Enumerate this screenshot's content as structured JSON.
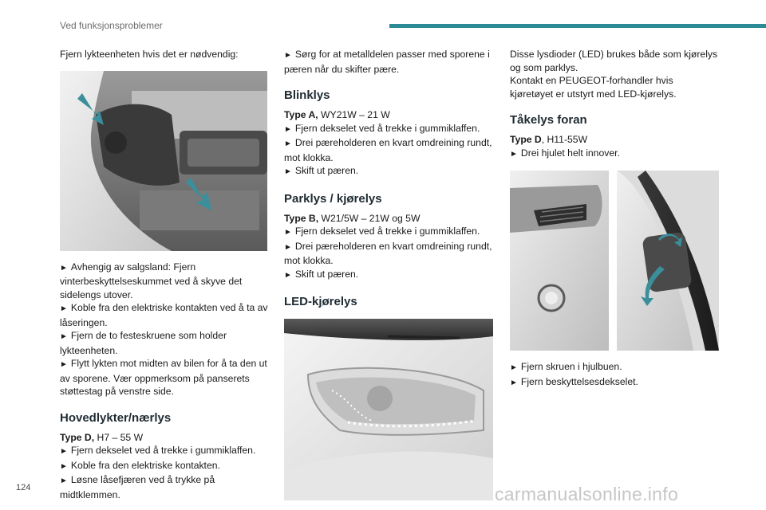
{
  "header": {
    "title": "Ved funksjonsproblemer"
  },
  "colors": {
    "accent": "#2a8a96",
    "arrow": "#3a8f9a"
  },
  "col1": {
    "intro": "Fjern lykteenheten hvis det er nødvendig:",
    "figure": {
      "icon": "engine-bay-headlamp-photo"
    },
    "steps": [
      "Avhengig av salgsland: Fjern vinterbeskyttelseskummet ved å skyve det sidelengs utover.",
      "Koble fra den elektriske kontakten ved å ta av låseringen.",
      "Fjern de to festeskruene som holder lykteenheten.",
      "Flytt lykten mot midten av bilen for å ta den ut av sporene. Vær oppmerksom på panserets støttestag på venstre side."
    ],
    "section": {
      "heading": "Hovedlykter/nærlys",
      "type_label": "Type D,",
      "type_value": " H7 – 55 W",
      "steps": [
        "Fjern dekselet ved å trekke i gummiklaffen.",
        "Koble fra den elektriske kontakten.",
        "Løsne låsefjæren ved å trykke på midtklemmen."
      ]
    }
  },
  "col2": {
    "top_step": "Sørg for at metalldelen passer med sporene i pæren når du skifter pære.",
    "blinklys": {
      "heading": "Blinklys",
      "type_label": "Type A,",
      "type_value": " WY21W – 21 W",
      "steps": [
        "Fjern dekselet ved å trekke i gummiklaffen.",
        "Drei pæreholderen en kvart omdreining rundt, mot klokka.",
        "Skift ut pæren."
      ]
    },
    "parklys": {
      "heading": "Parklys / kjørelys",
      "type_label": "Type B,",
      "type_value": " W21/5W – 21W og 5W",
      "steps": [
        "Fjern dekselet ved å trekke i gummiklaffen.",
        "Drei pæreholderen en kvart omdreining rundt, mot klokka.",
        "Skift ut pæren."
      ]
    },
    "led": {
      "heading": "LED-kjørelys",
      "figure": {
        "icon": "led-daytime-light-photo"
      }
    }
  },
  "col3": {
    "led_p1": "Disse lysdioder (LED) brukes både som kjørelys og som parklys.",
    "led_p2": "Kontakt en PEUGEOT-forhandler hvis kjøretøyet er utstyrt med LED-kjørelys.",
    "fog": {
      "heading": "Tåkelys foran",
      "type_label": "Type D",
      "type_value": ", H11-55W",
      "step1": "Drei hjulet helt innover.",
      "figure": {
        "icon": "front-fog-light-photo"
      },
      "steps": [
        "Fjern skruen i hjulbuen.",
        "Fjern beskyttelsesdekselet."
      ]
    }
  },
  "page": {
    "number": "124",
    "watermark": "carmanualsonline.info"
  },
  "glyphs": {
    "step": "►"
  }
}
